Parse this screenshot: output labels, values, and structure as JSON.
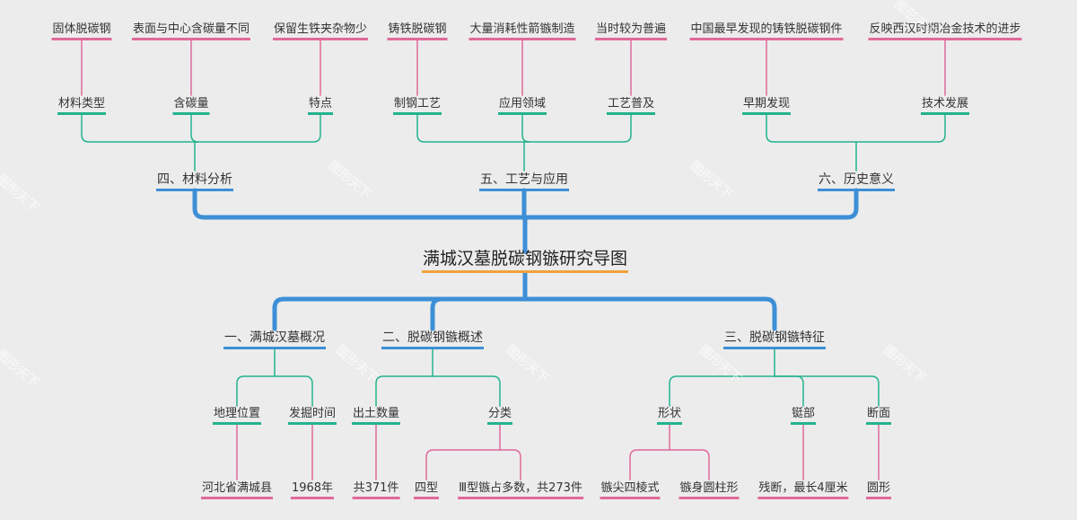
{
  "root": "满城汉墓脱碳钢镞研究导图",
  "branches": [
    {
      "id": "b4",
      "label": "四、材料分析",
      "subs": [
        {
          "id": "b4s1",
          "label": "材料类型",
          "leaves": [
            "固体脱碳钢"
          ]
        },
        {
          "id": "b4s2",
          "label": "含碳量",
          "leaves": [
            "表面与中心含碳量不同"
          ]
        },
        {
          "id": "b4s3",
          "label": "特点",
          "leaves": [
            "保留生铁夹杂物少"
          ]
        }
      ]
    },
    {
      "id": "b5",
      "label": "五、工艺与应用",
      "subs": [
        {
          "id": "b5s1",
          "label": "制钢工艺",
          "leaves": [
            "铸铁脱碳钢"
          ]
        },
        {
          "id": "b5s2",
          "label": "应用领域",
          "leaves": [
            "大量消耗性箭镞制造"
          ]
        },
        {
          "id": "b5s3",
          "label": "工艺普及",
          "leaves": [
            "当时较为普遍"
          ]
        }
      ]
    },
    {
      "id": "b6",
      "label": "六、历史意义",
      "subs": [
        {
          "id": "b6s1",
          "label": "早期发现",
          "leaves": [
            "中国最早发现的铸铁脱碳钢件"
          ]
        },
        {
          "id": "b6s2",
          "label": "技术发展",
          "leaves": [
            "反映西汉时期冶金技术的进步"
          ]
        }
      ]
    },
    {
      "id": "b1",
      "label": "一、满城汉墓概况",
      "subs": [
        {
          "id": "b1s1",
          "label": "地理位置",
          "leaves": [
            "河北省满城县"
          ]
        },
        {
          "id": "b1s2",
          "label": "发掘时间",
          "leaves": [
            "1968年"
          ]
        }
      ]
    },
    {
      "id": "b2",
      "label": "二、脱碳钢镞概述",
      "subs": [
        {
          "id": "b2s1",
          "label": "出土数量",
          "leaves": [
            "共371件"
          ]
        },
        {
          "id": "b2s2",
          "label": "分类",
          "leaves": [
            "四型",
            "Ⅲ型镞占多数，共273件"
          ]
        }
      ]
    },
    {
      "id": "b3",
      "label": "三、脱碳钢镞特征",
      "subs": [
        {
          "id": "b3s1",
          "label": "形状",
          "leaves": [
            "镞尖四棱式",
            "镞身圆柱形"
          ]
        },
        {
          "id": "b3s2",
          "label": "铤部",
          "leaves": [
            "残断，最长4厘米"
          ]
        },
        {
          "id": "b3s3",
          "label": "断面",
          "leaves": [
            "圆形"
          ]
        }
      ]
    }
  ],
  "watermark": "图形天下",
  "colors": {
    "root_underline": "#f0a23d",
    "main_line": "#3d8fd6",
    "sub_line": "#23b38e",
    "leaf_line": "#e06a9a",
    "background": "#ececec"
  }
}
